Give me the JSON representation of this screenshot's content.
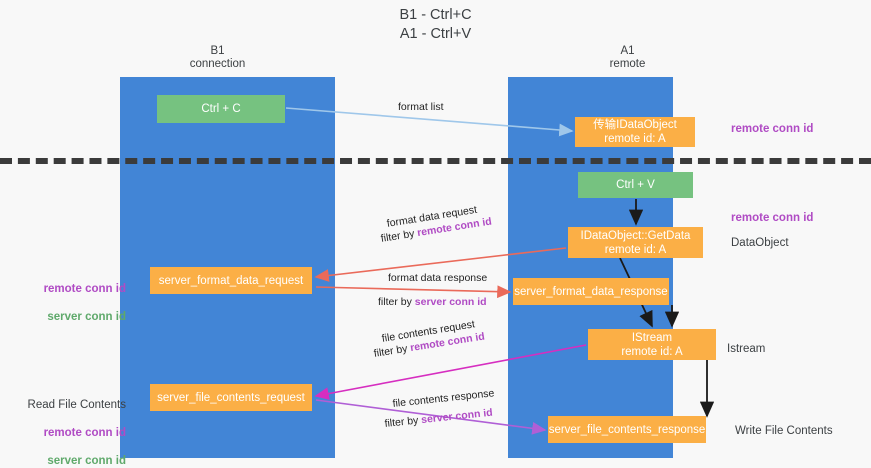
{
  "title": "B1 - Ctrl+C\nA1 - Ctrl+V",
  "columns": {
    "left": {
      "name": "B1",
      "role": "connection",
      "label": "B1\nconnection"
    },
    "right": {
      "name": "A1",
      "role": "remote",
      "label": "A1\nremote"
    }
  },
  "colors": {
    "lane": "#4285d6",
    "box_green": "#76c280",
    "box_orange": "#fbaf46",
    "accent_purple": "#b04bc4",
    "accent_green": "#5fa96b",
    "arrow_blue": "#9fc7ea",
    "arrow_red": "#ea6a5a",
    "arrow_magenta": "#d62ec0",
    "arrow_violet": "#b05fd6",
    "arrow_black": "#1a1a1a",
    "divider": "#3b3b3b",
    "background": "#f8f8f8"
  },
  "boxes": {
    "ctrl_c": "Ctrl + C",
    "ctrl_v": "Ctrl + V",
    "idataobject": "传输IDataObject\nremote id: A",
    "getdata": "IDataObject::GetData\nremote id: A",
    "server_format_data_request": "server_format_data_request",
    "server_format_data_response": "server_format_data_response",
    "istream": "IStream\nremote id: A",
    "server_file_contents_request": "server_file_contents_request",
    "server_file_contents_response": "server_file_contents_response"
  },
  "side_labels": {
    "remote_conn_id_top": "remote conn id",
    "remote_conn_id_mid": "remote conn id",
    "dataobject": "DataObject",
    "istream": "Istream",
    "write_file_contents": "Write File Contents",
    "read_file_contents": "Read File Contents",
    "remote_conn_id": "remote conn id",
    "server_conn_id": "server conn id"
  },
  "edges": [
    {
      "id": "format-list",
      "label": "format list",
      "emphasis": "",
      "color": "#9fc7ea"
    },
    {
      "id": "format-data-request",
      "label": "format data request",
      "filter_prefix": "filter by ",
      "filter_emphasis": "remote conn id",
      "color": "#ea6a5a"
    },
    {
      "id": "format-data-response",
      "label": "format data response",
      "filter_prefix": "filter by ",
      "filter_emphasis": "server conn id",
      "color": "#ea6a5a"
    },
    {
      "id": "file-contents-request",
      "label": "file contents request",
      "filter_prefix": "filter by ",
      "filter_emphasis": "remote conn id",
      "color": "#d62ec0"
    },
    {
      "id": "file-contents-response",
      "label": "file contents response",
      "filter_prefix": "filter by ",
      "filter_emphasis": "server conn id",
      "color": "#b05fd6"
    }
  ]
}
